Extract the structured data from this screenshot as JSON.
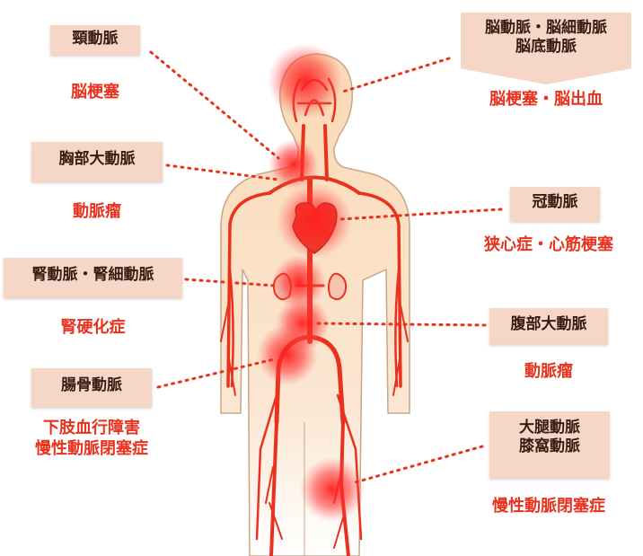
{
  "colors": {
    "artery": "#e8321e",
    "body_fill": "#fad9b5",
    "body_outline": "#c9a58a",
    "label_bg": "#f6d6c6",
    "label_text": "#3a1a12",
    "disease_text": "#e8321e",
    "hotspot": "#ff2a2a"
  },
  "labels": [
    {
      "id": "carotid",
      "artery": [
        "頸動脈"
      ],
      "disease": [
        "脳梗塞"
      ]
    },
    {
      "id": "cerebral",
      "artery": [
        "脳動脈・脳細動脈",
        "脳底動脈"
      ],
      "disease": [
        "脳梗塞・脳出血"
      ]
    },
    {
      "id": "thoracic-aorta",
      "artery": [
        "胸部大動脈"
      ],
      "disease": [
        "動脈瘤"
      ]
    },
    {
      "id": "coronary",
      "artery": [
        "冠動脈"
      ],
      "disease": [
        "狭心症・心筋梗塞"
      ]
    },
    {
      "id": "renal",
      "artery": [
        "腎動脈・腎細動脈"
      ],
      "disease": [
        "腎硬化症"
      ]
    },
    {
      "id": "abdominal-aorta",
      "artery": [
        "腹部大動脈"
      ],
      "disease": [
        "動脈瘤"
      ]
    },
    {
      "id": "iliac",
      "artery": [
        "腸骨動脈"
      ],
      "disease": [
        "下肢血行障害",
        "慢性動脈閉塞症"
      ]
    },
    {
      "id": "femoral",
      "artery": [
        "大腿動脈",
        "膝窩動脈"
      ],
      "disease": [
        "慢性動脈閉塞症"
      ]
    }
  ]
}
